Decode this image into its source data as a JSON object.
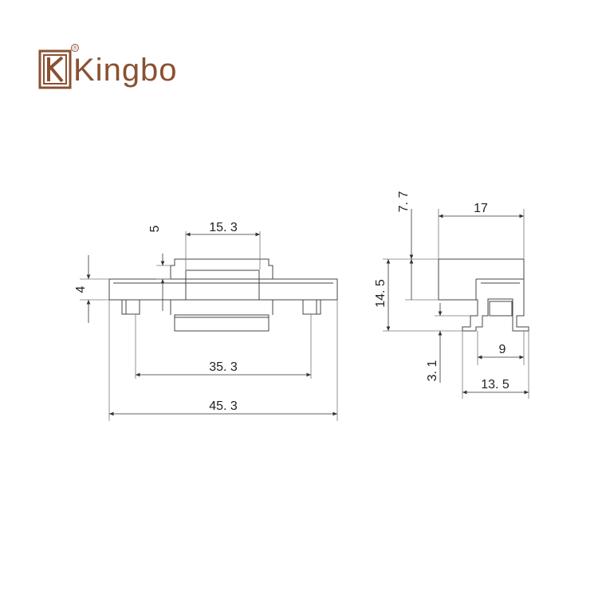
{
  "brand": {
    "name": "Kingbo",
    "registered_mark": "®",
    "color": "#8a5131"
  },
  "dimensions": {
    "top_width": "15. 3",
    "top_step": "5",
    "side_thickness": "4",
    "pin_spacing": "35. 3",
    "overall_width": "45. 3",
    "right_top": "7. 7",
    "right_depth": "17",
    "right_height": "14. 5",
    "right_pin_offset": "9",
    "right_lower": "3. 1",
    "right_bottom": "13. 5"
  }
}
